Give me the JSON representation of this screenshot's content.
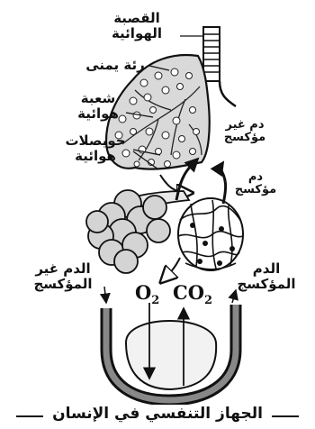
{
  "labels": {
    "trachea": [
      "القصبة",
      "الهوائية"
    ],
    "right_lung": "رئة يمنى",
    "bronchiole": [
      "شعبة",
      "هوائية"
    ],
    "alveoli": [
      "حويصلات",
      "هوائية"
    ],
    "deoxygenated_blood_top": [
      "دم غير",
      "مؤكسج"
    ],
    "oxygenated_blood_top": [
      "دم",
      "مؤكسج"
    ],
    "deoxygenated_blood_bottom": [
      "الدم غير",
      "المؤكسج"
    ],
    "oxygenated_blood_bottom": [
      "الدم",
      "المؤكسج"
    ]
  },
  "gases": {
    "oxygen": {
      "symbol": "O",
      "sub": "2"
    },
    "carbon_dioxide": {
      "symbol": "CO",
      "sub": "2"
    }
  },
  "caption": "الجهاز التنفسي في الإنسان"
}
